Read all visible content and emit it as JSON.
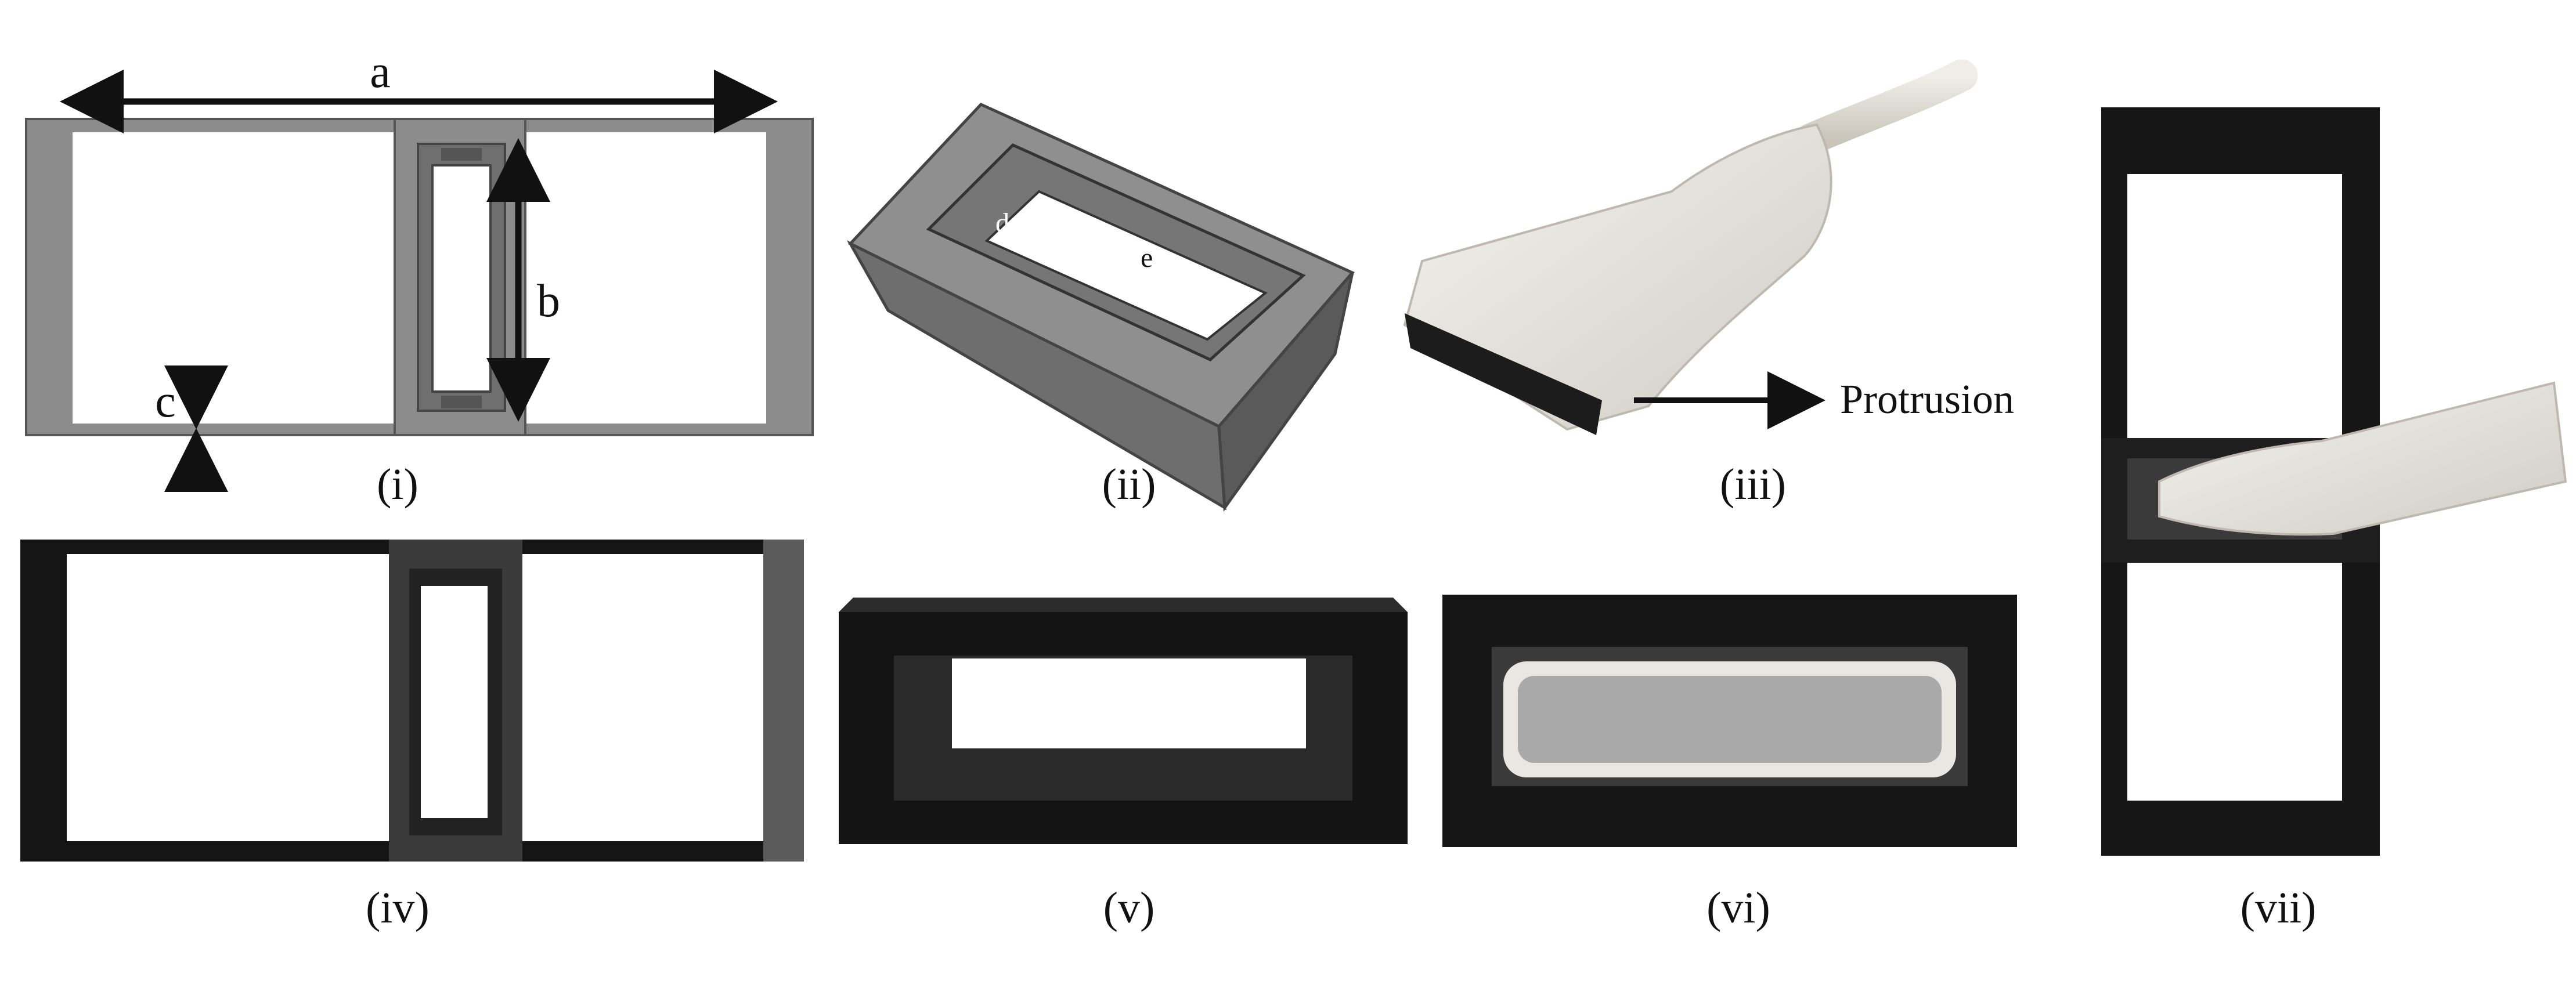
{
  "panels": [
    {
      "id": "i",
      "caption": "(i)"
    },
    {
      "id": "ii",
      "caption": "(ii)"
    },
    {
      "id": "iii",
      "caption": "(iii)"
    },
    {
      "id": "iv",
      "caption": "(iv)"
    },
    {
      "id": "v",
      "caption": "(v)"
    },
    {
      "id": "vi",
      "caption": "(vi)"
    },
    {
      "id": "vii",
      "caption": "(vii)"
    }
  ],
  "dimensions": {
    "a": "a",
    "b": "b",
    "c": "c",
    "d": "d",
    "e": "e"
  },
  "annotation": {
    "protrusion": "Protrusion"
  },
  "colors": {
    "cad_gray": "#8c8c8c",
    "cad_dark": "#6f6f6f",
    "print_black": "#141414",
    "probe_white": "#e9e7e1"
  }
}
